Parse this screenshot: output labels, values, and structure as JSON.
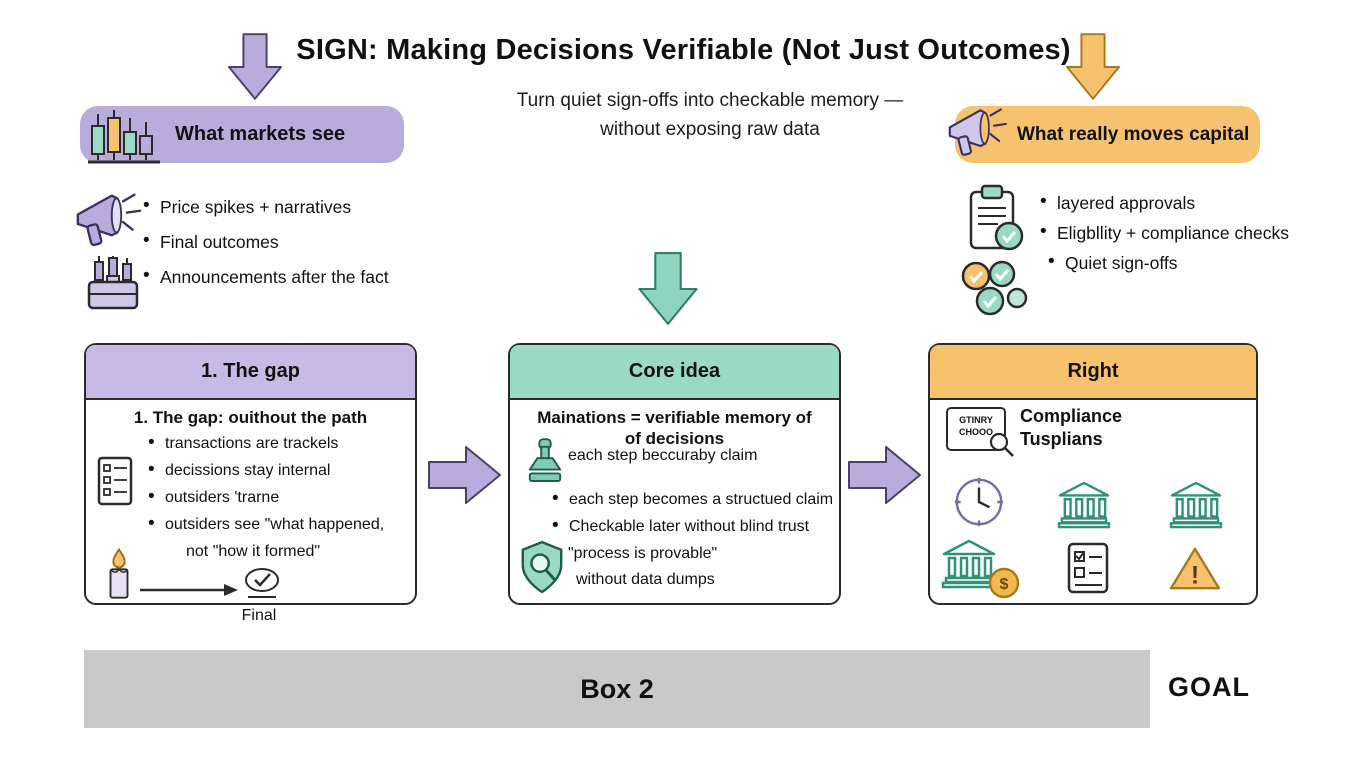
{
  "title": "SIGN: Making Decisions Verifiable (Not Just Outcomes)",
  "subtitle": {
    "line1": "Turn quiet sign-offs into checkable memory —",
    "line2": "without exposing raw data"
  },
  "markets_panel": {
    "header": "What markets see",
    "bullets": [
      "Price spikes + narratives",
      "Final outcomes",
      "Announcements after the fact"
    ]
  },
  "capital_panel": {
    "header": "What really moves capital",
    "bullets": [
      "layered approvals",
      "Eligbllity + compliance checks",
      "Quiet sign-offs"
    ]
  },
  "gap_box": {
    "header": "1. The gap",
    "heading": "1. The gap: ouithout the path",
    "bullets": [
      "transactions are trackels",
      "decissions stay internal",
      "outsiders 'trarne",
      "outsiders see \"what happened,"
    ],
    "bullet_continuation": "not \"how it formed\"",
    "caption": "Final"
  },
  "core_box": {
    "header": "Core idea",
    "heading_line1": "Mainations = verifiable memory of",
    "heading_line2": "of decisions",
    "stamp_text": "each step beccuraby claim",
    "bullets": [
      "each step becomes a structued claim",
      "Checkable later without blind trust"
    ],
    "quote_line1": "\"process is provable\"",
    "quote_line2": "without data dumps"
  },
  "right_box": {
    "header": "Right",
    "stamp_line1": "GTINRY",
    "stamp_line2": "CHOOO",
    "heading_line1": "Compliance",
    "heading_line2": "Tusplians"
  },
  "bottom": {
    "bar_label": "Box 2",
    "goal_label": "GOAL"
  },
  "icons": {
    "coin_symbol": "$",
    "warning_symbol": "!"
  },
  "colors": {
    "purple": "#b9abdb",
    "purple_header": "#c7bae4",
    "teal": "#9ad9c4",
    "orange": "#f6c26f",
    "gray_bar": "#c9c9c9"
  }
}
